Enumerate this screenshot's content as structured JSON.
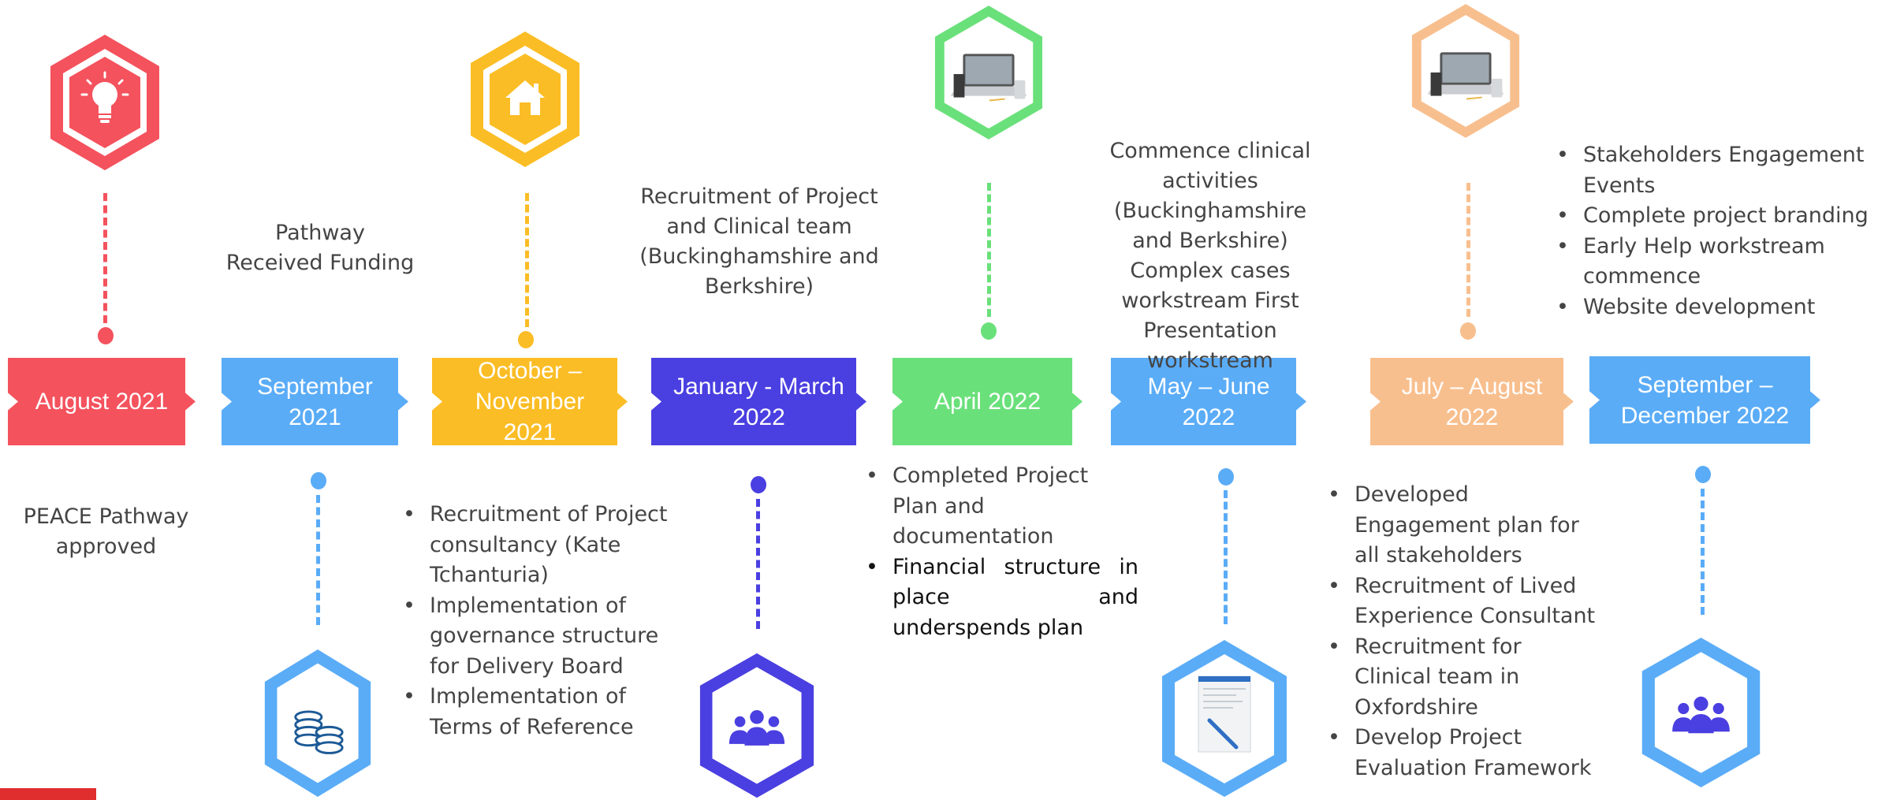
{
  "colors": {
    "red": "#f4525d",
    "blue": "#5aacf7",
    "yellow": "#fbbd25",
    "indigo": "#4a3fe0",
    "green": "#6ae07a",
    "peach": "#f8bf8e"
  },
  "milestones": [
    {
      "label": "August 2021",
      "color": "#f4525d"
    },
    {
      "label": "September 2021",
      "color": "#5aacf7"
    },
    {
      "label": "October – November  2021",
      "color": "#fbbd25"
    },
    {
      "label": "January - March 2022",
      "color": "#4a3fe0"
    },
    {
      "label": "April 2022",
      "color": "#6ae07a"
    },
    {
      "label": "May – June 2022",
      "color": "#5aacf7"
    },
    {
      "label": "July – August 2022",
      "color": "#f8bf8e"
    },
    {
      "label": "September – December 2022",
      "color": "#5aacf7"
    }
  ],
  "icons": [
    "lightbulb-icon",
    "coins-icon",
    "house-icon",
    "people-icon",
    "laptop-icon",
    "document-icon",
    "laptop-icon",
    "people-icon"
  ],
  "texts": {
    "aug_2021": "PEACE Pathway approved",
    "sep_2021": "Pathway Received Funding",
    "jan_mar_2022": "Recruitment of Project and Clinical team (Buckinghamshire and Berkshire)",
    "may_jun_2022": "Commence clinical activities (Buckinghamshire and Berkshire) Complex cases workstream First Presentation workstream"
  },
  "bullets": {
    "oct_nov_2021": [
      "Recruitment of Project consultancy (Kate Tchanturia)",
      "Implementation of governance structure for Delivery Board",
      "Implementation of Terms of Reference"
    ],
    "apr_2022": [
      "Completed Project Plan and documentation",
      "Financial structure in place and underspends plan"
    ],
    "jul_aug_2022": [
      "Developed Engagement plan for all stakeholders",
      "Recruitment of Lived Experience Consultant",
      "Recruitment for Clinical team in Oxfordshire",
      "Develop Project Evaluation Framework"
    ],
    "sep_dec_2022": [
      "Stakeholders Engagement Events",
      "Complete project branding",
      "Early Help workstream commence",
      "Website development"
    ]
  }
}
